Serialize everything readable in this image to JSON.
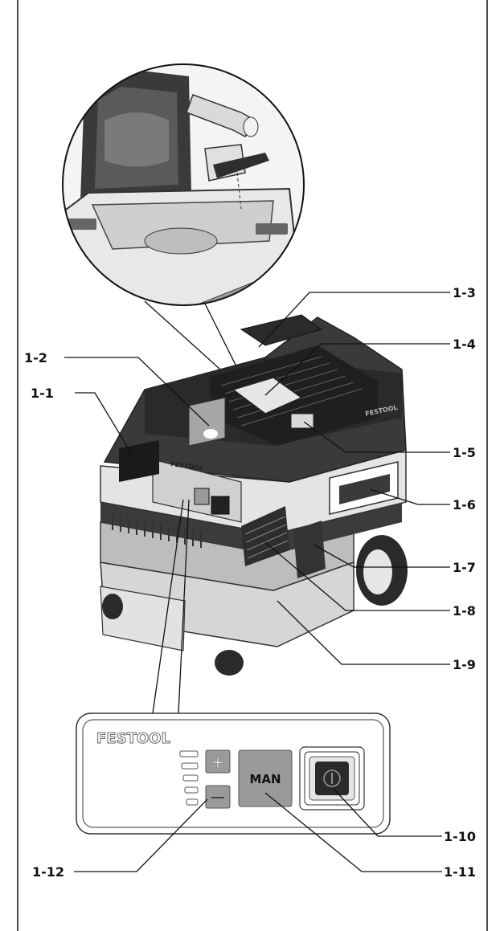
{
  "labels": {
    "l1_1": "1-1",
    "l1_2": "1-2",
    "l1_3": "1-3",
    "l1_4": "1-4",
    "l1_5": "1-5",
    "l1_6": "1-6",
    "l1_7": "1-7",
    "l1_8": "1-8",
    "l1_9": "1-9",
    "l1_10": "1-10",
    "l1_11": "1-11",
    "l1_12": "1-12"
  },
  "panel": {
    "brand": "FESTOOL",
    "man_button": "MAN",
    "plus_symbol": "+",
    "minus_symbol": "—"
  },
  "machine": {
    "brand": "FESTOOL"
  },
  "colors": {
    "body_dark": "#2b2b2b",
    "body_grey": "#b8b8b8",
    "body_light": "#dcdcdc",
    "button_grey": "#9a9a9a"
  }
}
